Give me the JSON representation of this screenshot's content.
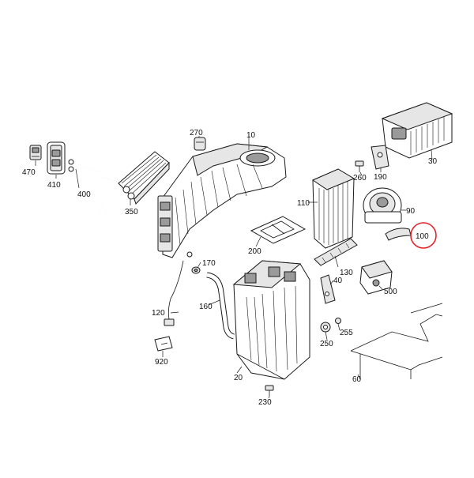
{
  "diagram": {
    "highlight_color": "#e0242a",
    "highlighted_part": "100",
    "callouts": {
      "p470": "470",
      "p410": "410",
      "p400": "400",
      "p350": "350",
      "p270": "270",
      "p10": "10",
      "p110": "110",
      "p30": "30",
      "p190": "190",
      "p260": "260",
      "p90": "90",
      "p100": "100",
      "p200": "200",
      "p130": "130",
      "p170": "170",
      "p120": "120",
      "p160": "160",
      "p40": "40",
      "p500": "500",
      "p255": "255",
      "p250": "250",
      "p920": "920",
      "p20": "20",
      "p230": "230",
      "p60": "60"
    }
  }
}
